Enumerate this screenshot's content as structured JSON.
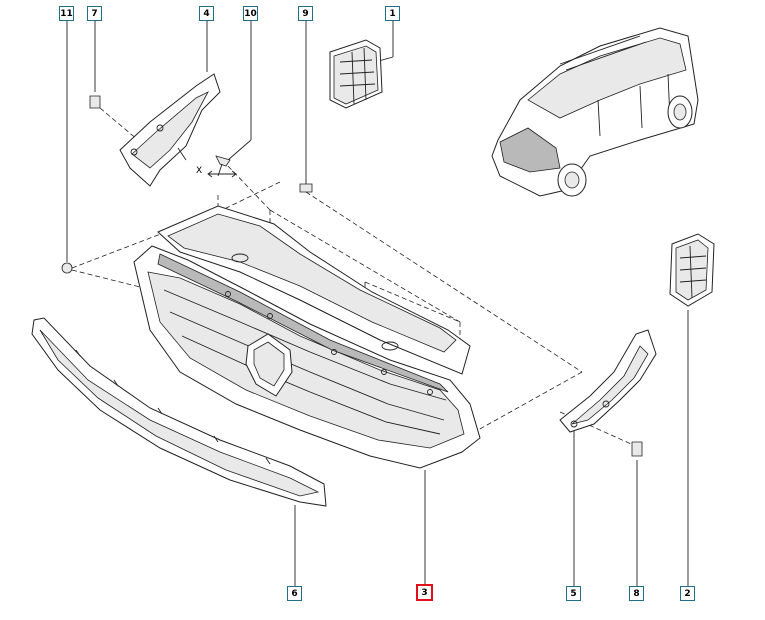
{
  "diagram": {
    "callouts": [
      {
        "id": "1",
        "label": "1"
      },
      {
        "id": "2",
        "label": "2"
      },
      {
        "id": "3",
        "label": "3",
        "highlight": true
      },
      {
        "id": "4",
        "label": "4"
      },
      {
        "id": "5",
        "label": "5"
      },
      {
        "id": "6",
        "label": "6"
      },
      {
        "id": "7",
        "label": "7"
      },
      {
        "id": "8",
        "label": "8"
      },
      {
        "id": "9",
        "label": "9"
      },
      {
        "id": "10",
        "label": "10"
      },
      {
        "id": "11",
        "label": "11"
      }
    ],
    "dimension_label": "X",
    "highlight_color": "#e0101a",
    "callout_border_color": "#1f6f86"
  }
}
